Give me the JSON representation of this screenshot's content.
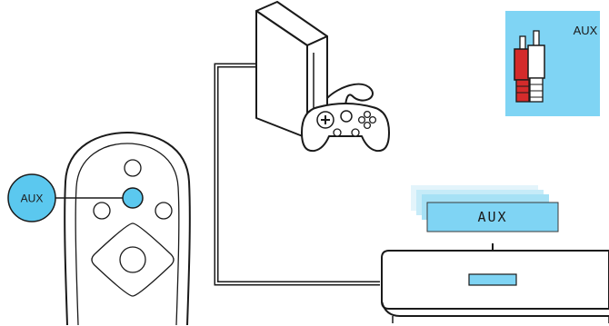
{
  "aux_badge": {
    "label": "AUX",
    "icon": "rca-plug-icon"
  },
  "remote": {
    "callout_label": "AUX",
    "aux_button_icon": "aux-button-icon"
  },
  "display": {
    "text": "AUX"
  },
  "devices": {
    "console": "game-console-icon",
    "controller": "gamepad-icon",
    "receiver": "receiver-icon"
  },
  "colors": {
    "accent": "#5bc8ef",
    "plug_red": "#d42b2b",
    "outline": "#1a1a1a",
    "panel": "#7fd4f4"
  }
}
